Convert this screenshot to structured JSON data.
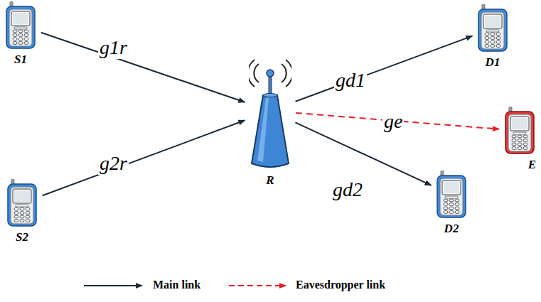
{
  "diagram": {
    "nodes": [
      {
        "text": [
          "S1"
        ]
      },
      {
        "text": [
          "S2"
        ]
      },
      {
        "text": [
          "R"
        ]
      },
      {
        "text": [
          "D1"
        ]
      },
      {
        "text": [
          "D2"
        ]
      },
      {
        "text": [
          "E"
        ]
      }
    ],
    "edges": [
      {
        "from": 0,
        "to": 2,
        "arrow": "to",
        "label": "g1r"
      },
      {
        "from": 1,
        "to": 2,
        "arrow": "to",
        "label": "g2r"
      },
      {
        "from": 2,
        "to": 3,
        "arrow": "to",
        "label": "gd1"
      },
      {
        "from": 2,
        "to": 5,
        "arrow": "to",
        "label": "ge"
      },
      {
        "from": 2,
        "to": 4,
        "arrow": "to",
        "label": "gd2"
      }
    ],
    "legend": [
      {
        "text": "Main link"
      },
      {
        "text": "Eavesdropper link"
      }
    ]
  }
}
